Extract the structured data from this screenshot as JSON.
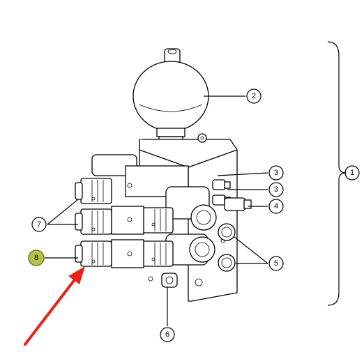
{
  "callouts": [
    {
      "id": "1",
      "label": "1"
    },
    {
      "id": "2",
      "label": "2"
    },
    {
      "id": "3a",
      "label": "3"
    },
    {
      "id": "3b",
      "label": "3"
    },
    {
      "id": "4",
      "label": "4"
    },
    {
      "id": "5",
      "label": "5"
    },
    {
      "id": "6",
      "label": "6"
    },
    {
      "id": "7",
      "label": "7"
    },
    {
      "id": "8",
      "label": "8"
    }
  ],
  "colors": {
    "highlight_fill": "#b5c24a",
    "highlight_stroke": "#6f7a20",
    "arrow": "#e8221b",
    "line": "#000000",
    "background": "#ffffff"
  },
  "highlighted_callout": "8"
}
